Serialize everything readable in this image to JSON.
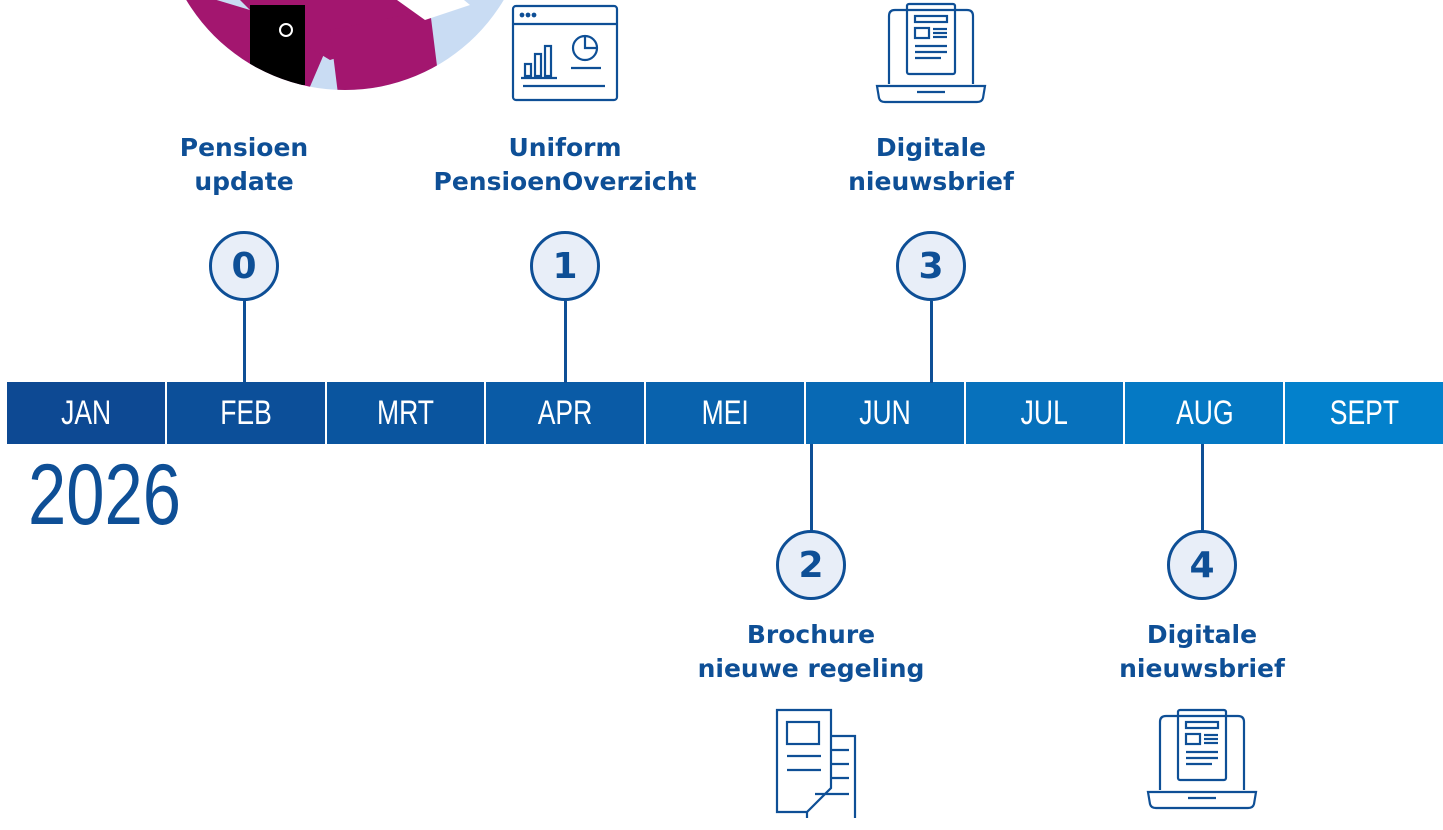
{
  "year": "2026",
  "months": [
    {
      "label": "JAN",
      "color": "#0d4993"
    },
    {
      "label": "FEB",
      "color": "#0c4f99"
    },
    {
      "label": "MRT",
      "color": "#0a559f"
    },
    {
      "label": "APR",
      "color": "#0a5ba6"
    },
    {
      "label": "MEI",
      "color": "#0962ad"
    },
    {
      "label": "JUN",
      "color": "#0869b4"
    },
    {
      "label": "JUL",
      "color": "#0771bc"
    },
    {
      "label": "AUG",
      "color": "#0579c4"
    },
    {
      "label": "SEPT",
      "color": "#0381cc"
    }
  ],
  "milestones": [
    {
      "number": "0",
      "title": [
        "Pensioen",
        "update"
      ],
      "month": "FEB",
      "position": "above",
      "icon": "none"
    },
    {
      "number": "1",
      "title": [
        "Uniform",
        "PensioenOverzicht"
      ],
      "month": "APR",
      "position": "above",
      "icon": "dashboard-icon"
    },
    {
      "number": "3",
      "title": [
        "Digitale",
        "nieuwsbrief"
      ],
      "month": "JUN",
      "position": "above",
      "icon": "laptop-newsletter-icon"
    },
    {
      "number": "2",
      "title": [
        "Brochure",
        "nieuwe regeling"
      ],
      "month": "JUN",
      "position": "below",
      "icon": "brochure-icon"
    },
    {
      "number": "4",
      "title": [
        "Digitale",
        "nieuwsbrief"
      ],
      "month": "AUG",
      "position": "below",
      "icon": "laptop-newsletter-icon"
    }
  ],
  "colors": {
    "primary": "#0e4f96",
    "badge_fill": "#e8eef8",
    "illustration_magenta": "#a3166f",
    "illustration_light_blue": "#c9dcf3"
  }
}
